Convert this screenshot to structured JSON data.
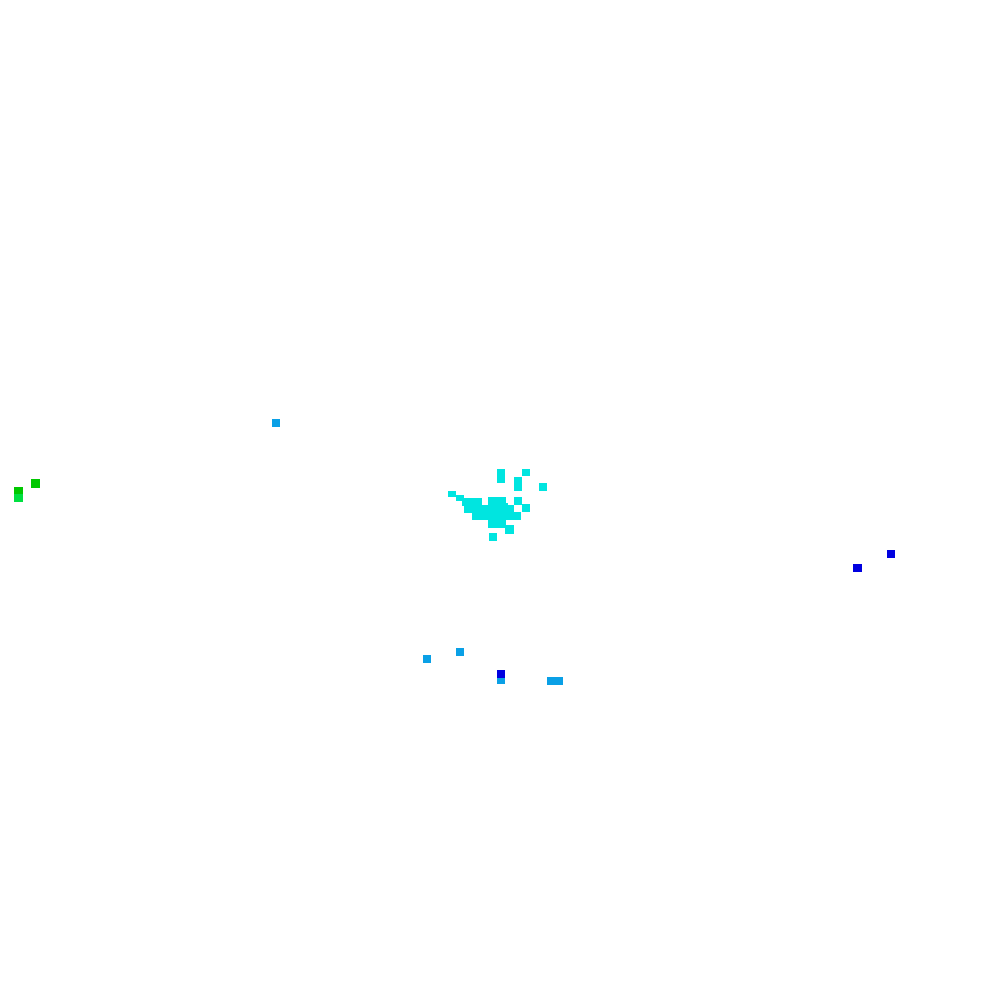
{
  "canvas": {
    "background": "#ffffff"
  },
  "palette": {
    "cyan": "#00e5e0",
    "sky": "#0aa0e6",
    "blue": "#0000e0",
    "green": "#00c800",
    "bright_green": "#00e040"
  },
  "clusters": [
    {
      "name": "cyan-cluster",
      "color_key": "cyan",
      "count": 39
    },
    {
      "name": "sky-blue-points",
      "color_key": "sky",
      "count": 6
    },
    {
      "name": "deep-blue-points",
      "color_key": "blue",
      "count": 3
    },
    {
      "name": "green-points",
      "color_key": "green",
      "count": 2
    },
    {
      "name": "bright-green-points",
      "color_key": "bright_green",
      "count": 2
    }
  ]
}
